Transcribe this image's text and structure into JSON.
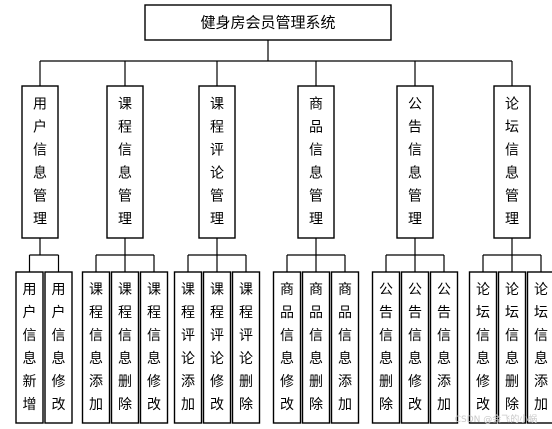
{
  "root": {
    "label": "健身房会员管理系统"
  },
  "modules": [
    {
      "label": "用户信息管理",
      "leaves": [
        "用户信息新增",
        "用户信息修改"
      ]
    },
    {
      "label": "课程信息管理",
      "leaves": [
        "课程信息添加",
        "课程信息删除",
        "课程信息修改"
      ]
    },
    {
      "label": "课程评论管理",
      "leaves": [
        "课程评论添加",
        "课程评论修改",
        "课程评论删除"
      ]
    },
    {
      "label": "商品信息管理",
      "leaves": [
        "商品信息修改",
        "商品信息删除",
        "商品信息添加"
      ]
    },
    {
      "label": "公告信息管理",
      "leaves": [
        "公告信息删除",
        "公告信息修改",
        "公告信息添加"
      ]
    },
    {
      "label": "论坛信息管理",
      "leaves": [
        "论坛信息修改",
        "论坛信息删除",
        "论坛信息添加"
      ]
    }
  ],
  "watermark": "CSDN @会飞的小蜗"
}
